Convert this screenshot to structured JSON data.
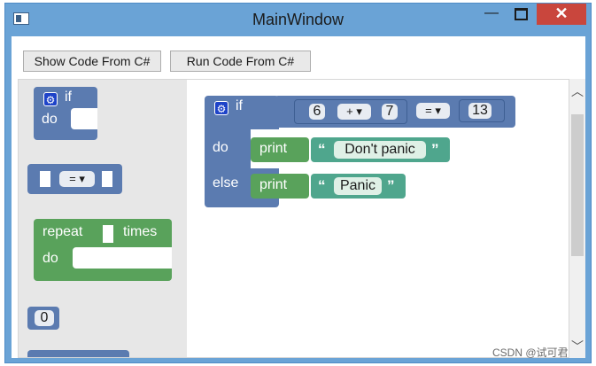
{
  "window": {
    "title": "MainWindow"
  },
  "window_controls": {
    "minimize": "—",
    "close": "✕"
  },
  "toolbar": {
    "show_code": "Show Code From C#",
    "run_code": "Run Code From C#"
  },
  "toolbox": {
    "if_label": "if",
    "do_label": "do",
    "compare_op": "= ▾",
    "repeat_label": "repeat",
    "times_label": "times",
    "repeat_do": "do",
    "number_value": "0"
  },
  "workspace": {
    "if_label": "if",
    "left_operand": "6",
    "add_op": "+ ▾",
    "right_operand": "7",
    "compare_op": "= ▾",
    "compare_value": "13",
    "do_label": "do",
    "else_label": "else",
    "print1": "print",
    "print2": "print",
    "text1": "Don't panic",
    "text2": "Panic",
    "open_quote": "“",
    "close_quote": "”"
  },
  "watermark": "CSDN @试可君"
}
